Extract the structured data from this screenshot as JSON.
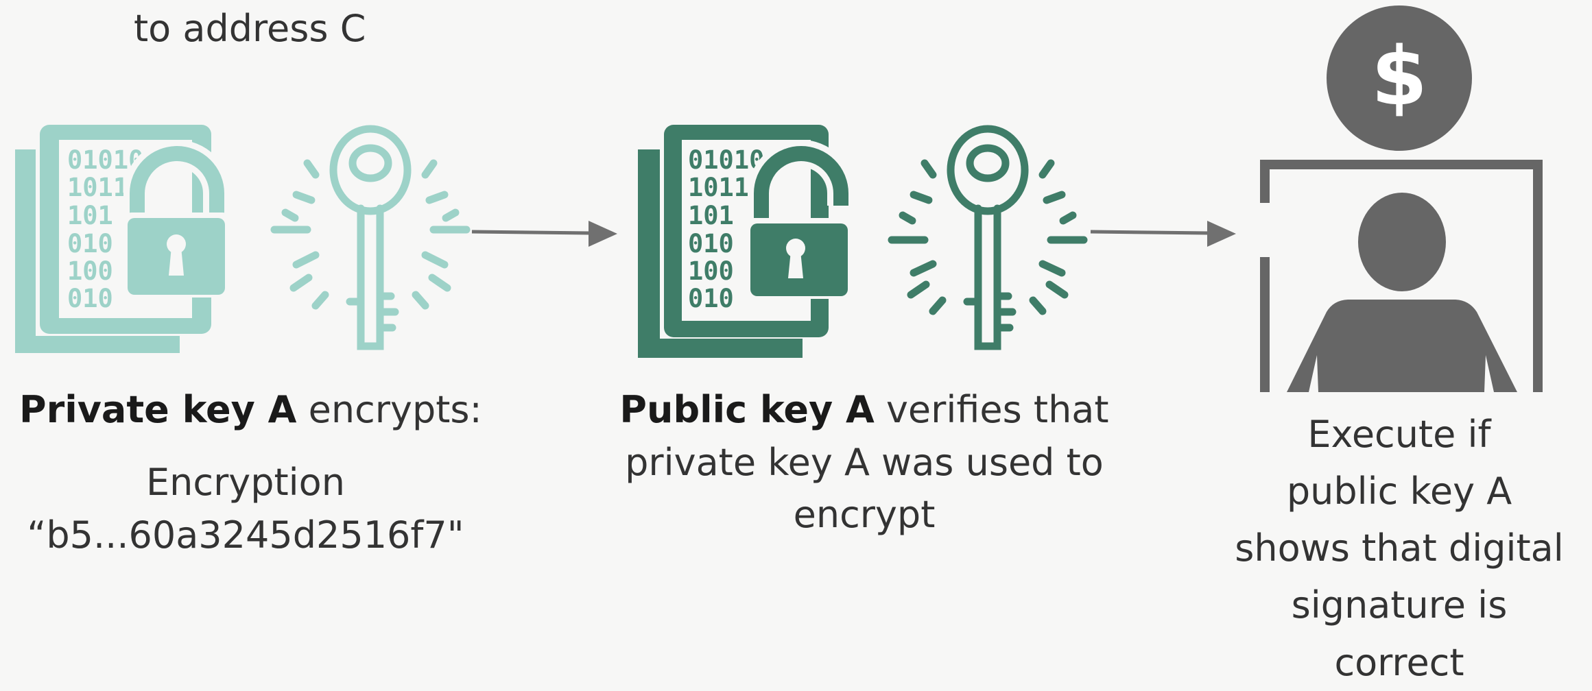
{
  "top_caption": "to address C",
  "step1": {
    "bold": "Private key A",
    "rest": " encrypts:",
    "sub_line1": "Encryption",
    "sub_line2": "“b5...60a3245d2516f7\"",
    "binary": [
      "01010",
      "1011",
      "101",
      "010",
      "100",
      "010"
    ]
  },
  "step2": {
    "bold": "Public key A",
    "rest": " verifies that",
    "line2": "private key A was used to",
    "line3": "encrypt",
    "binary": [
      "01010",
      "1011",
      "101",
      "010",
      "100",
      "010"
    ]
  },
  "step3": {
    "dollar": "$",
    "line1": "Execute if",
    "line2": "public key A",
    "line3": "shows that digital",
    "line4": "signature is",
    "line5": "correct"
  },
  "colors": {
    "light_teal": "#9dd2c8",
    "dark_green": "#3f7d68",
    "gray": "#666666",
    "arrow": "#707070",
    "text": "#333333"
  }
}
